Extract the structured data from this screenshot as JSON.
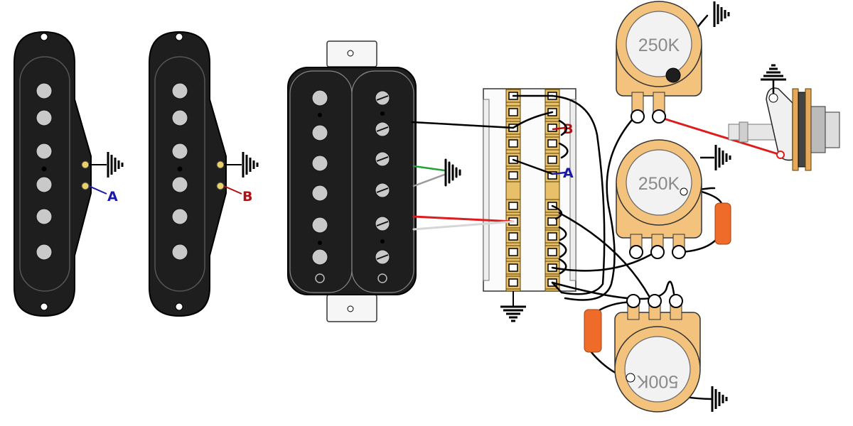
{
  "pickups": {
    "neck_single": {
      "tag": "A",
      "tag_color": "#1a1aa8"
    },
    "middle_single": {
      "tag": "B",
      "tag_color": "#b01010"
    },
    "humbucker": {
      "tag": ""
    }
  },
  "switch": {
    "tag_b": "B",
    "tag_a": "A",
    "tag_b_color": "#b01010",
    "tag_a_color": "#1a1aa8"
  },
  "pots": {
    "volume": {
      "value": "250K"
    },
    "tone_1": {
      "value": "250K"
    },
    "tone_2": {
      "value": "500K"
    }
  },
  "colors": {
    "pickup_body": "#1e1e1e",
    "pole_piece": "#c9c9c9",
    "pot_body": "#f3c27d",
    "pot_dial": "#f2f2f2",
    "capacitor": "#ee6b2a",
    "lug_gold": "#e8c06a",
    "hot_wire": "#e01b1b",
    "green_wire": "#22a33a",
    "gray_wire": "#9a9a9a",
    "white_wire": "#d6d6d6"
  },
  "icons": [
    "ground-symbol-icon",
    "output-jack-icon",
    "five-way-switch-icon"
  ]
}
